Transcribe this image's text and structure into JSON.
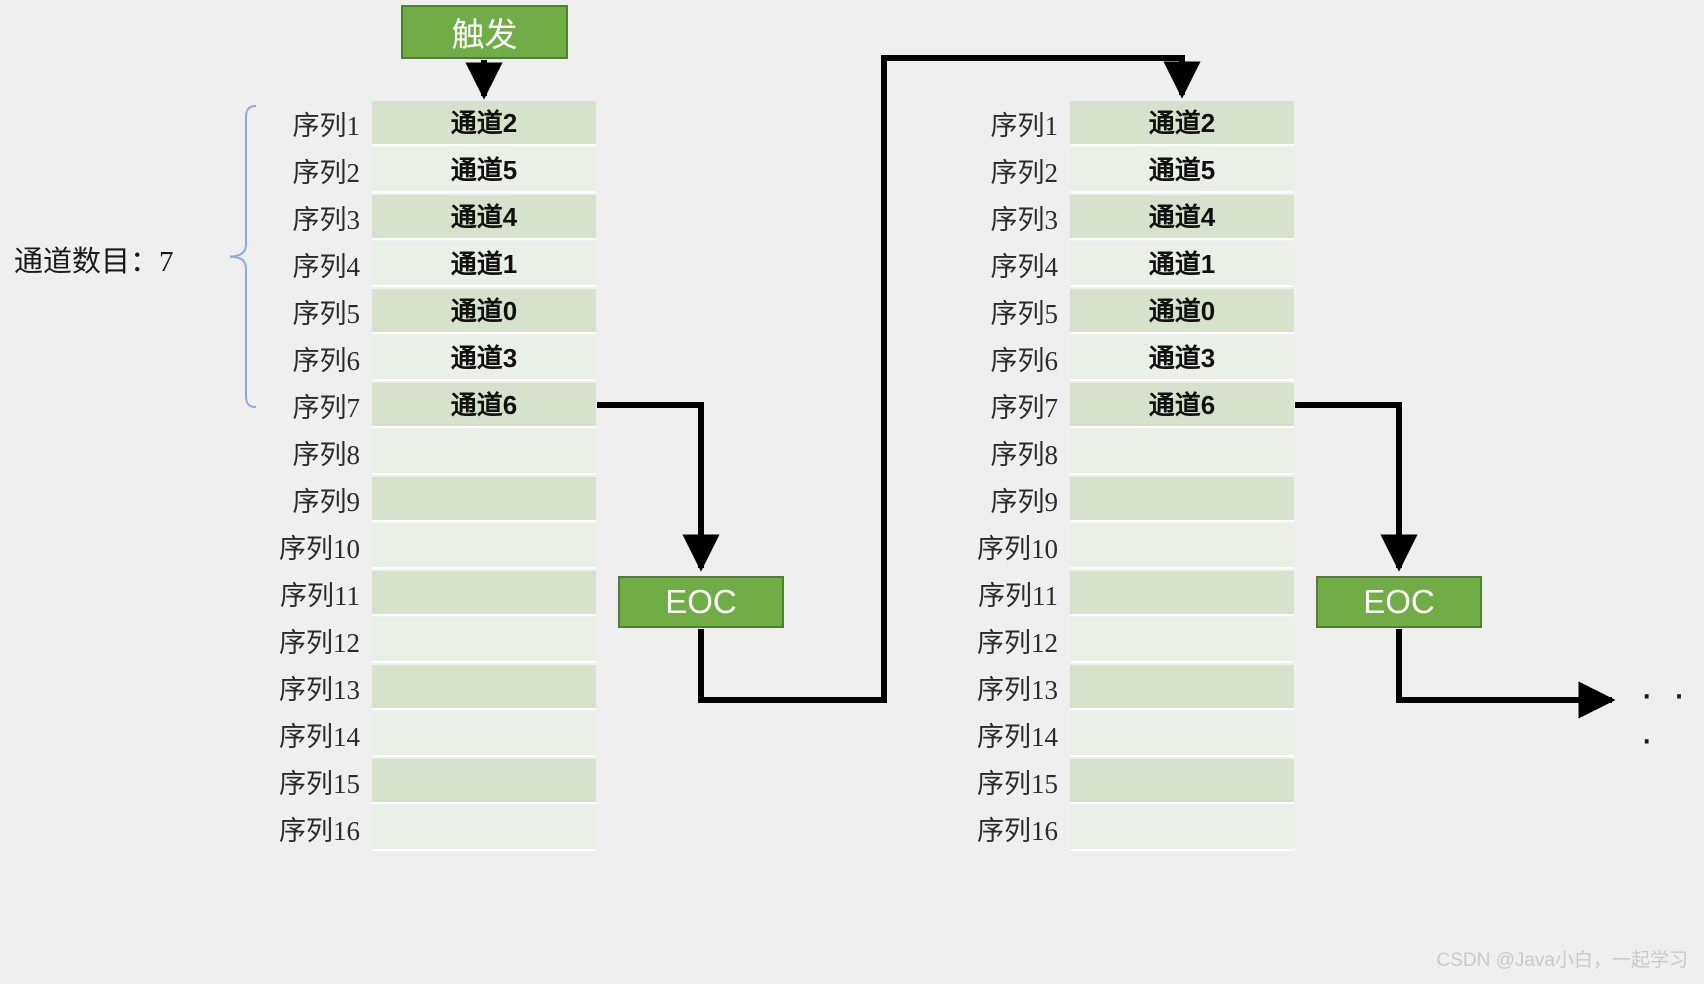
{
  "diagram": {
    "trigger_label": "触发",
    "eoc_label": "EOC",
    "channel_count_label": "通道数目：7",
    "ellipsis": "· · ·",
    "colors": {
      "green_fill": "#70ad47",
      "green_border": "#507e32",
      "row_dark": "#d6e2cc",
      "row_light": "#eaefe7",
      "background": "#efefef",
      "brace": "#8faadc",
      "arrow": "#000000"
    },
    "sequences": [
      {
        "label": "序列1",
        "channel": "通道2",
        "shade": "dark"
      },
      {
        "label": "序列2",
        "channel": "通道5",
        "shade": "light"
      },
      {
        "label": "序列3",
        "channel": "通道4",
        "shade": "dark"
      },
      {
        "label": "序列4",
        "channel": "通道1",
        "shade": "light"
      },
      {
        "label": "序列5",
        "channel": "通道0",
        "shade": "dark"
      },
      {
        "label": "序列6",
        "channel": "通道3",
        "shade": "light"
      },
      {
        "label": "序列7",
        "channel": "通道6",
        "shade": "dark"
      },
      {
        "label": "序列8",
        "channel": "",
        "shade": "light"
      },
      {
        "label": "序列9",
        "channel": "",
        "shade": "dark"
      },
      {
        "label": "序列10",
        "channel": "",
        "shade": "light"
      },
      {
        "label": "序列11",
        "channel": "",
        "shade": "dark"
      },
      {
        "label": "序列12",
        "channel": "",
        "shade": "light"
      },
      {
        "label": "序列13",
        "channel": "",
        "shade": "dark"
      },
      {
        "label": "序列14",
        "channel": "",
        "shade": "light"
      },
      {
        "label": "序列15",
        "channel": "",
        "shade": "dark"
      },
      {
        "label": "序列16",
        "channel": "",
        "shade": "light"
      }
    ],
    "blocks": [
      {
        "name": "conversion-cycle-1"
      },
      {
        "name": "conversion-cycle-2"
      }
    ]
  },
  "watermark": {
    "text": "CSDN @Java小白，一起学习"
  }
}
